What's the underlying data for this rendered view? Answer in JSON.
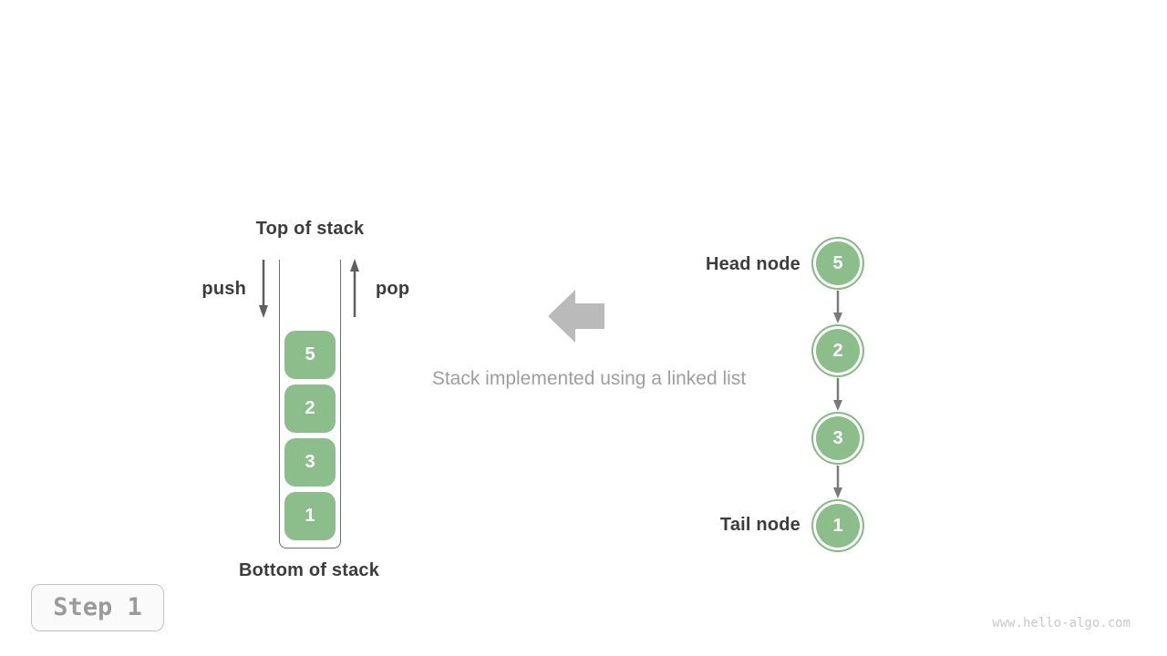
{
  "colors": {
    "node_green": "#8CBE8C",
    "arrow_dark_gray": "#5f5f5f",
    "link_arrow_gray": "#7a7a7a",
    "block_arrow_gray": "#bababa",
    "caption_gray": "#9e9e9e",
    "label_dark": "#3c3c3c"
  },
  "stack": {
    "top_label": "Top of stack",
    "bottom_label": "Bottom of stack",
    "push_label": "push",
    "pop_label": "pop",
    "items": [
      "5",
      "2",
      "3",
      "1"
    ]
  },
  "caption": "Stack implemented using a linked list",
  "linked_list": {
    "head_label": "Head node",
    "tail_label": "Tail node",
    "nodes": [
      "5",
      "2",
      "3",
      "1"
    ]
  },
  "step_badge": "Step 1",
  "watermark": "www.hello-algo.com"
}
